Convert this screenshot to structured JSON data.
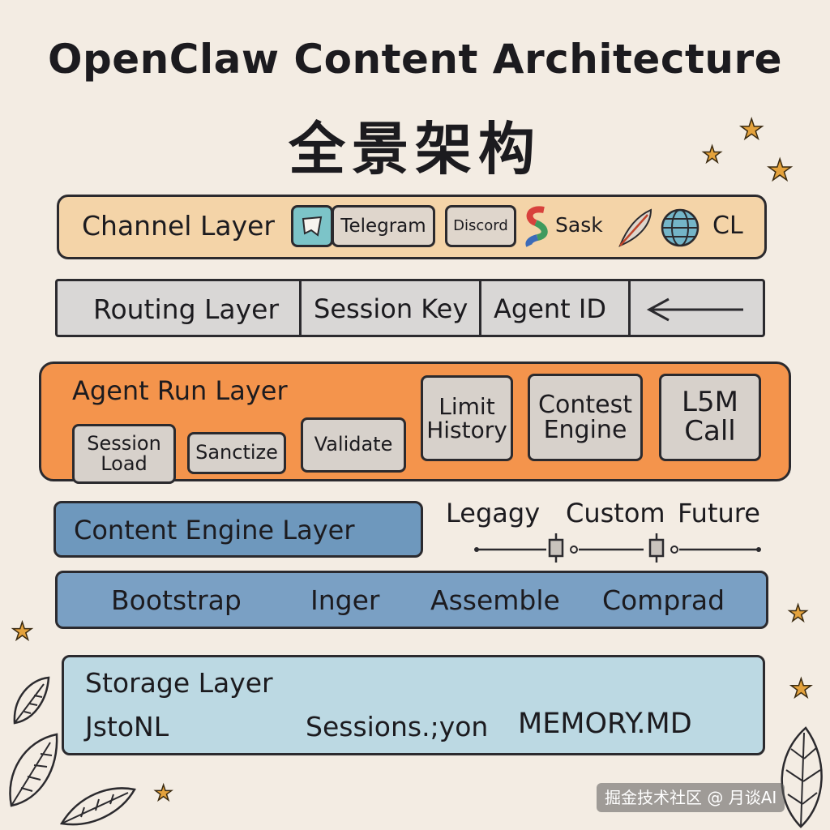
{
  "title": "OpenClaw Content Architecture",
  "subtitle": "全景架构",
  "colors": {
    "channel": "#f4d4a8",
    "routing": "#d9d7d6",
    "agent_run": "#f4944c",
    "agent_item": "#d7d1cb",
    "content_engine": "#6e98bd",
    "pipeline": "#7aa0c4",
    "storage": "#bcd9e3",
    "star": "#e4a23c"
  },
  "channel_layer": {
    "label": "Channel Layer",
    "items": [
      "Telegram",
      "Discord",
      "Sask",
      "CL"
    ],
    "icons": [
      "chat-app-icon",
      "multicolor-s-icon",
      "feather-icon",
      "globe-icon"
    ]
  },
  "routing_layer": {
    "label": "Routing Layer",
    "cells": [
      "Session Key",
      "Agent ID"
    ],
    "icons": [
      "arrow-left-icon"
    ]
  },
  "agent_run_layer": {
    "label": "Agent Run Layer",
    "steps": [
      "Session Load",
      "Sanctize",
      "Validate"
    ],
    "blocks": [
      "Limit History",
      "Contest Engine",
      "L5M Call"
    ]
  },
  "content_engine_layer": {
    "label": "Content Engine Layer",
    "options": [
      "Legagy",
      "Custom",
      "Future"
    ],
    "icons": [
      "plug-connector-icon"
    ]
  },
  "pipeline": {
    "steps": [
      "Bootstrap",
      "Inger",
      "Assemble",
      "Comprad"
    ]
  },
  "storage_layer": {
    "label": "Storage Layer",
    "items": [
      "JstoNL",
      "Sessions.;yon",
      "MEMORY.MD"
    ]
  },
  "watermark": "掘金技术社区 @ 月谈AI"
}
